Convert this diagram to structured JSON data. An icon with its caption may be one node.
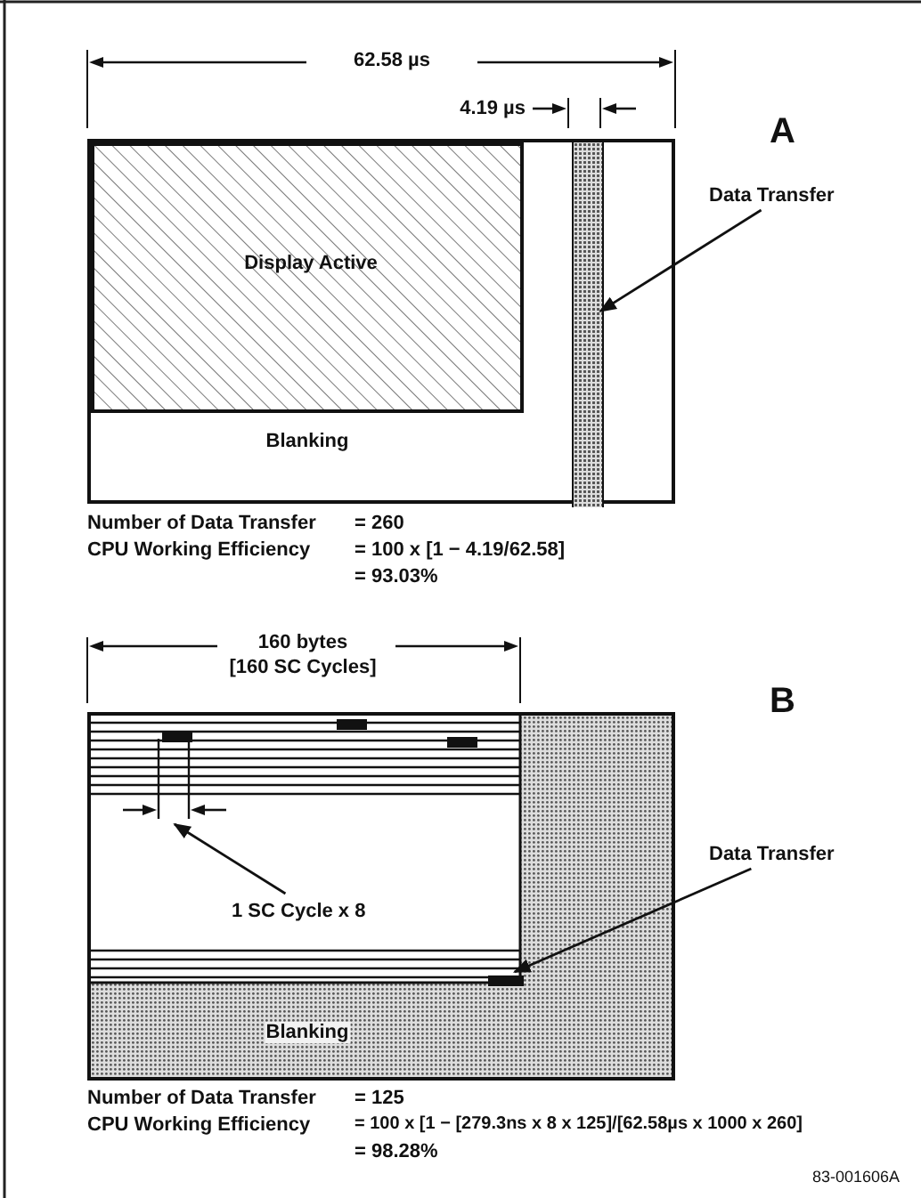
{
  "diagram": {
    "nodes": [
      {
        "text": [
          "Blanking"
        ]
      },
      {
        "text": [
          "Display Active"
        ],
        "in": 0
      },
      {
        "text": [],
        "shape": "bar",
        "in": 0
      },
      {
        "text": [
          "Data Transfer"
        ]
      },
      {
        "text": [
          "Blanking"
        ]
      },
      {
        "text": [
          "1 SC Cycle x 8"
        ],
        "in": 4
      },
      {
        "text": [],
        "shape": "bar",
        "in": 4
      },
      {
        "text": [
          "Data Transfer"
        ]
      }
    ],
    "edges": [
      {
        "from": 3,
        "to": 2,
        "arrow": "to"
      },
      {
        "from": 5,
        "to": null,
        "arrow": "to"
      },
      {
        "from": 7,
        "to": 6,
        "arrow": "to"
      }
    ],
    "labels": [
      "62.58 µs",
      "4.19 µs",
      "A",
      "Number of Data Transfer",
      "= 260",
      "CPU Working Efficiency",
      "= 100 x [1 − 4.19/62.58]",
      "= 93.03%",
      "160 bytes",
      "[160 SC Cycles]",
      "B",
      "Number of Data Transfer",
      "= 125",
      "CPU Working Efficiency",
      "= 100 x [1 − [279.3ns x 8 x 125]/[62.58µs x 1000 x 260]",
      "= 98.28%",
      "83-001606A"
    ]
  }
}
